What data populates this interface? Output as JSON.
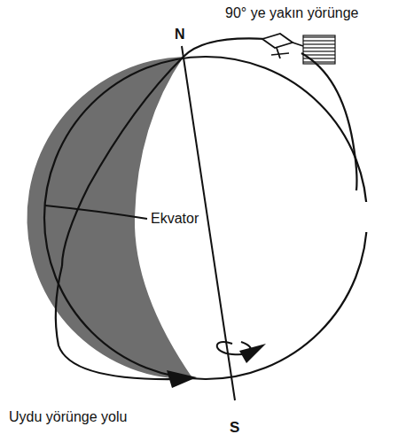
{
  "diagram": {
    "labels": [
      "90° ye yakın yörünge",
      "N",
      "Ekvator",
      "Uydu yörünge yolu",
      "S"
    ]
  }
}
